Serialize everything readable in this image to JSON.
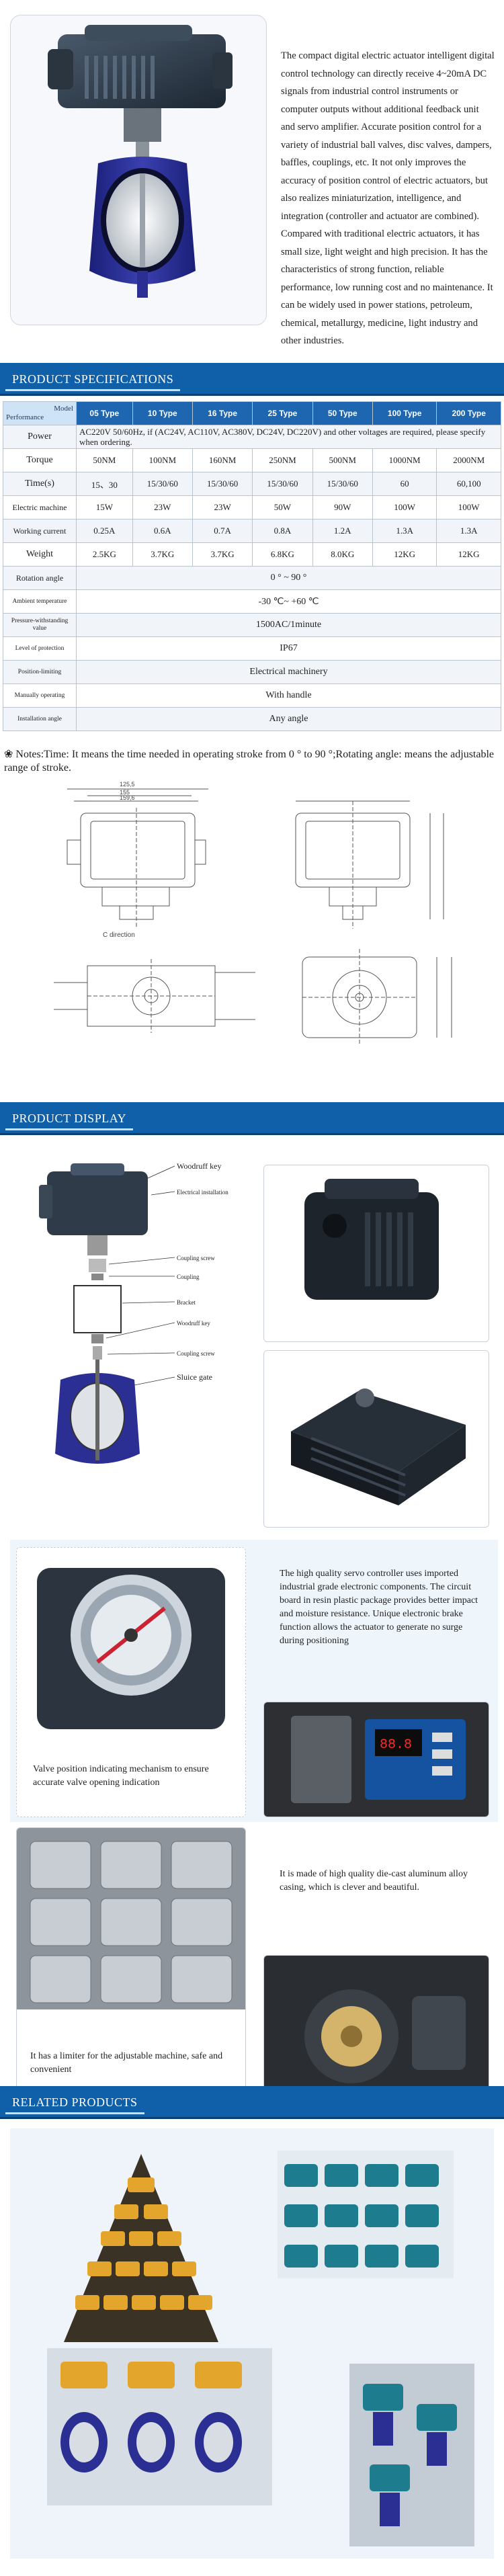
{
  "intro": {
    "text": "The compact digital electric actuator intelligent digital control technology can directly receive 4~20mA DC signals from industrial control instruments or computer outputs without additional feedback unit and servo amplifier. Accurate position control for a variety of industrial ball valves, disc valves, dampers, baffles, couplings, etc. It not only improves the accuracy of position control of electric actuators, but also realizes miniaturization, intelligence, and integration (controller and actuator are combined). Compared with traditional electric actuators, it has small size, light weight and high precision. It has the characteristics of strong function, reliable performance, low running cost and no maintenance. It can be widely used in power stations, petroleum, chemical, metallurgy, medicine, light industry and other industries."
  },
  "sections": {
    "specs_title": "PRODUCT SPECIFICATIONS",
    "display_title": "PRODUCT DISPLAY",
    "related_title": "RELATED PRODUCTS"
  },
  "spec_table": {
    "corner_top": "Model",
    "corner_bottom": "Performance",
    "types": [
      "05 Type",
      "10 Type",
      "16 Type",
      "25 Type",
      "50 Type",
      "100 Type",
      "200 Type"
    ],
    "power_label": "Power",
    "power_value": "AC220V 50/60Hz, if (AC24V, AC110V, AC380V, DC24V, DC220V) and other voltages are required, please specify when ordering.",
    "rows": [
      {
        "label": "Torque",
        "values": [
          "50NM",
          "100NM",
          "160NM",
          "250NM",
          "500NM",
          "1000NM",
          "2000NM"
        ]
      },
      {
        "label": "Time(s)",
        "values": [
          "15、30",
          "15/30/60",
          "15/30/60",
          "15/30/60",
          "15/30/60",
          "60",
          "60,100"
        ]
      },
      {
        "label": "Electric machine",
        "values": [
          "15W",
          "23W",
          "23W",
          "50W",
          "90W",
          "100W",
          "100W"
        ]
      },
      {
        "label": "Working current",
        "values": [
          "0.25A",
          "0.6A",
          "0.7A",
          "0.8A",
          "1.2A",
          "1.3A",
          "1.3A"
        ]
      },
      {
        "label": "Weight",
        "values": [
          "2.5KG",
          "3.7KG",
          "3.7KG",
          "6.8KG",
          "8.0KG",
          "12KG",
          "12KG"
        ]
      }
    ],
    "span_rows": [
      {
        "label": "Rotation angle",
        "value": "0 ° ~ 90 °"
      },
      {
        "label": "Ambient temperature",
        "value": "-30 ℃~ +60 ℃"
      },
      {
        "label": "Pressure-withstanding value",
        "value": "1500AC/1minute"
      },
      {
        "label": "Level of protection",
        "value": "IP67"
      },
      {
        "label": "Position-limiting",
        "value": "Electrical machinery"
      },
      {
        "label": "Manually operating",
        "value": "With handle"
      },
      {
        "label": "Installation angle",
        "value": "Any angle"
      }
    ]
  },
  "notes": "Notes:Time: It means the time needed in operating stroke from 0 ° to 90 °;Rotating angle: means the adjustable range of stroke.",
  "drawing_labels": {
    "c_direction": "C direction",
    "dim_1": "125,5",
    "dim_2": "155",
    "dim_3": "159,6"
  },
  "exploded": {
    "woodruff_key_top": "Woodruff key",
    "electrical_installation": "Electrical installation",
    "coupling_screw_1": "Coupling screw",
    "coupling": "Coupling",
    "bracket": "Bracket",
    "woodruff_key": "Woodruff key",
    "coupling_screw_2": "Coupling screw",
    "sluice_gate": "Sluice gate"
  },
  "captions": {
    "servo": "The high quality servo controller uses imported industrial grade electronic components. The circuit board in resin plastic package provides better impact and moisture resistance. Unique electronic brake function allows the actuator to generate no surge during positioning",
    "valve_indicator": "Valve position indicating mechanism to ensure accurate valve opening indication",
    "aluminum": "It is made of high quality die-cast aluminum alloy casing, which is clever and beautiful.",
    "limiter": "It has a limiter for the adjustable machine, safe and convenient"
  },
  "colors": {
    "section_bar": "#0f5fa9",
    "table_head": "#1f66b1",
    "actuator_body": "#2f3b48",
    "valve_blue": "#2b2f94"
  }
}
